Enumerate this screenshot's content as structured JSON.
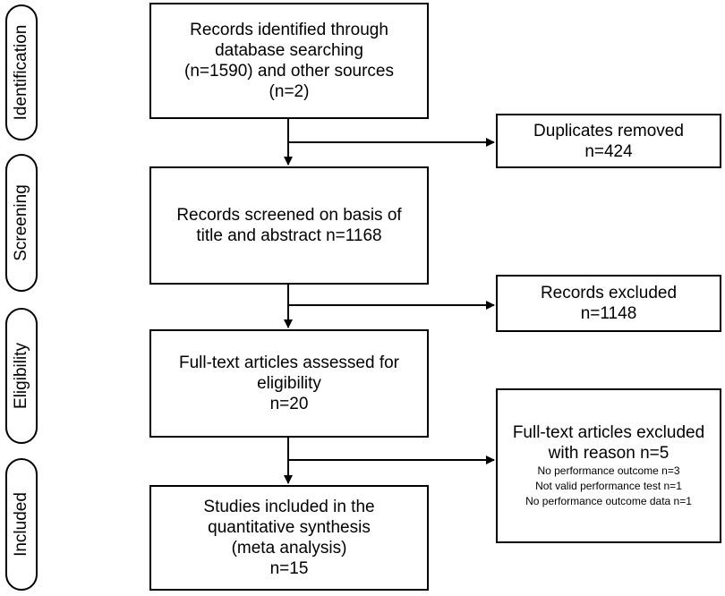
{
  "stages": {
    "identification": "Identification",
    "screening": "Screening",
    "eligibility": "Eligibility",
    "included": "Included"
  },
  "boxes": {
    "identified": [
      "Records identified through",
      "database searching",
      "(n=1590) and other sources",
      "(n=2)"
    ],
    "duplicates": [
      "Duplicates removed",
      "n=424"
    ],
    "screened": [
      "Records screened on basis of",
      "title and abstract n=1168"
    ],
    "excluded": [
      "Records excluded",
      "n=1148"
    ],
    "assessed": [
      "Full-text articles assessed for",
      "eligibility",
      "n=20"
    ],
    "fulltext_excluded": {
      "title": [
        "Full-text articles excluded",
        "with reason n=5"
      ],
      "reasons": [
        "No performance outcome n=3",
        "Not valid performance test n=1",
        "No performance outcome data n=1"
      ]
    },
    "included": [
      "Studies included in the",
      "quantitative synthesis",
      "(meta analysis)",
      "n=15"
    ]
  }
}
